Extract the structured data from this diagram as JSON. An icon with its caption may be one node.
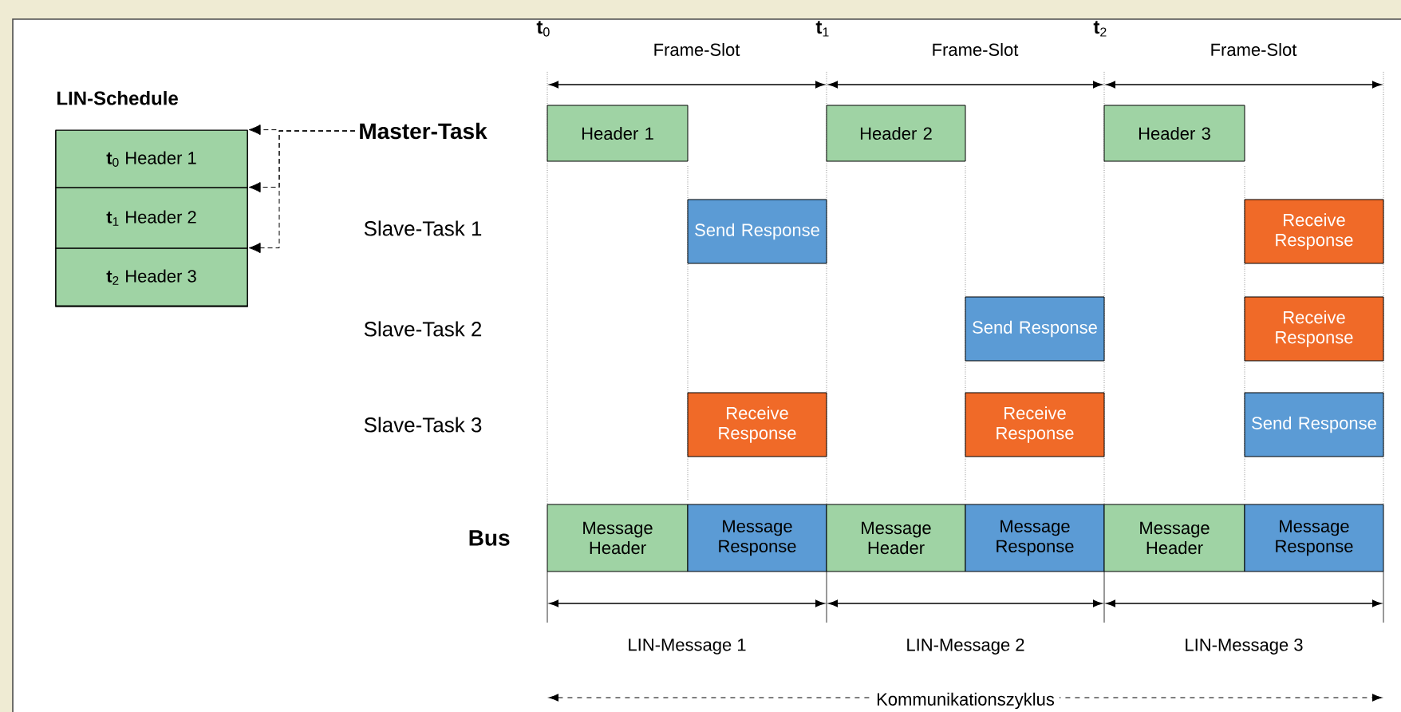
{
  "diagram": {
    "nodes": [
      {
        "text": [
          "LIN-Schedule"
        ]
      },
      {
        "text": [
          "**t**$_{0}$ Header 1"
        ],
        "in": 0
      },
      {
        "text": [
          "**t**$_{1}$ Header 2"
        ],
        "in": 0
      },
      {
        "text": [
          "**t**$_{2}$ Header 3"
        ],
        "in": 0
      },
      {
        "text": [
          "Master-Task"
        ]
      },
      {
        "text": [
          "Header 1"
        ]
      },
      {
        "text": [
          "Send Response"
        ]
      },
      {
        "text": [
          "Receive Response"
        ]
      },
      {
        "text": [
          "Header 2"
        ]
      },
      {
        "text": [
          "Send Response"
        ]
      },
      {
        "text": [
          "Receive Response"
        ]
      },
      {
        "text": [
          "Header 3"
        ]
      },
      {
        "text": [
          "Receive Response"
        ]
      },
      {
        "text": [
          "Receive Response"
        ]
      },
      {
        "text": [
          "Send Response"
        ]
      },
      {
        "text": [
          "Message Header"
        ]
      },
      {
        "text": [
          "Message Response"
        ]
      },
      {
        "text": [
          "Message Header"
        ]
      },
      {
        "text": [
          "Message Response"
        ]
      },
      {
        "text": [
          "Message Header"
        ]
      },
      {
        "text": [
          "Message Response"
        ]
      }
    ],
    "edges": [
      {
        "from": 4,
        "to": 1,
        "arrow": "to",
        "style": "dashed"
      },
      {
        "from": 4,
        "to": 2,
        "arrow": "to",
        "style": "dashed"
      },
      {
        "from": 4,
        "to": 3,
        "arrow": "to",
        "style": "dashed"
      }
    ],
    "labels": [
      "**t**$_{0}$",
      "Frame-Slot",
      "**t**$_{1}$",
      "Frame-Slot",
      "**t**$_{2}$",
      "Frame-Slot",
      "Slave-Task 1",
      "Slave-Task 2",
      "Slave-Task 3",
      "Bus",
      "LIN-Message 1",
      "LIN-Message 2",
      "LIN-Message 3",
      "Kommunikationszyklus"
    ]
  }
}
